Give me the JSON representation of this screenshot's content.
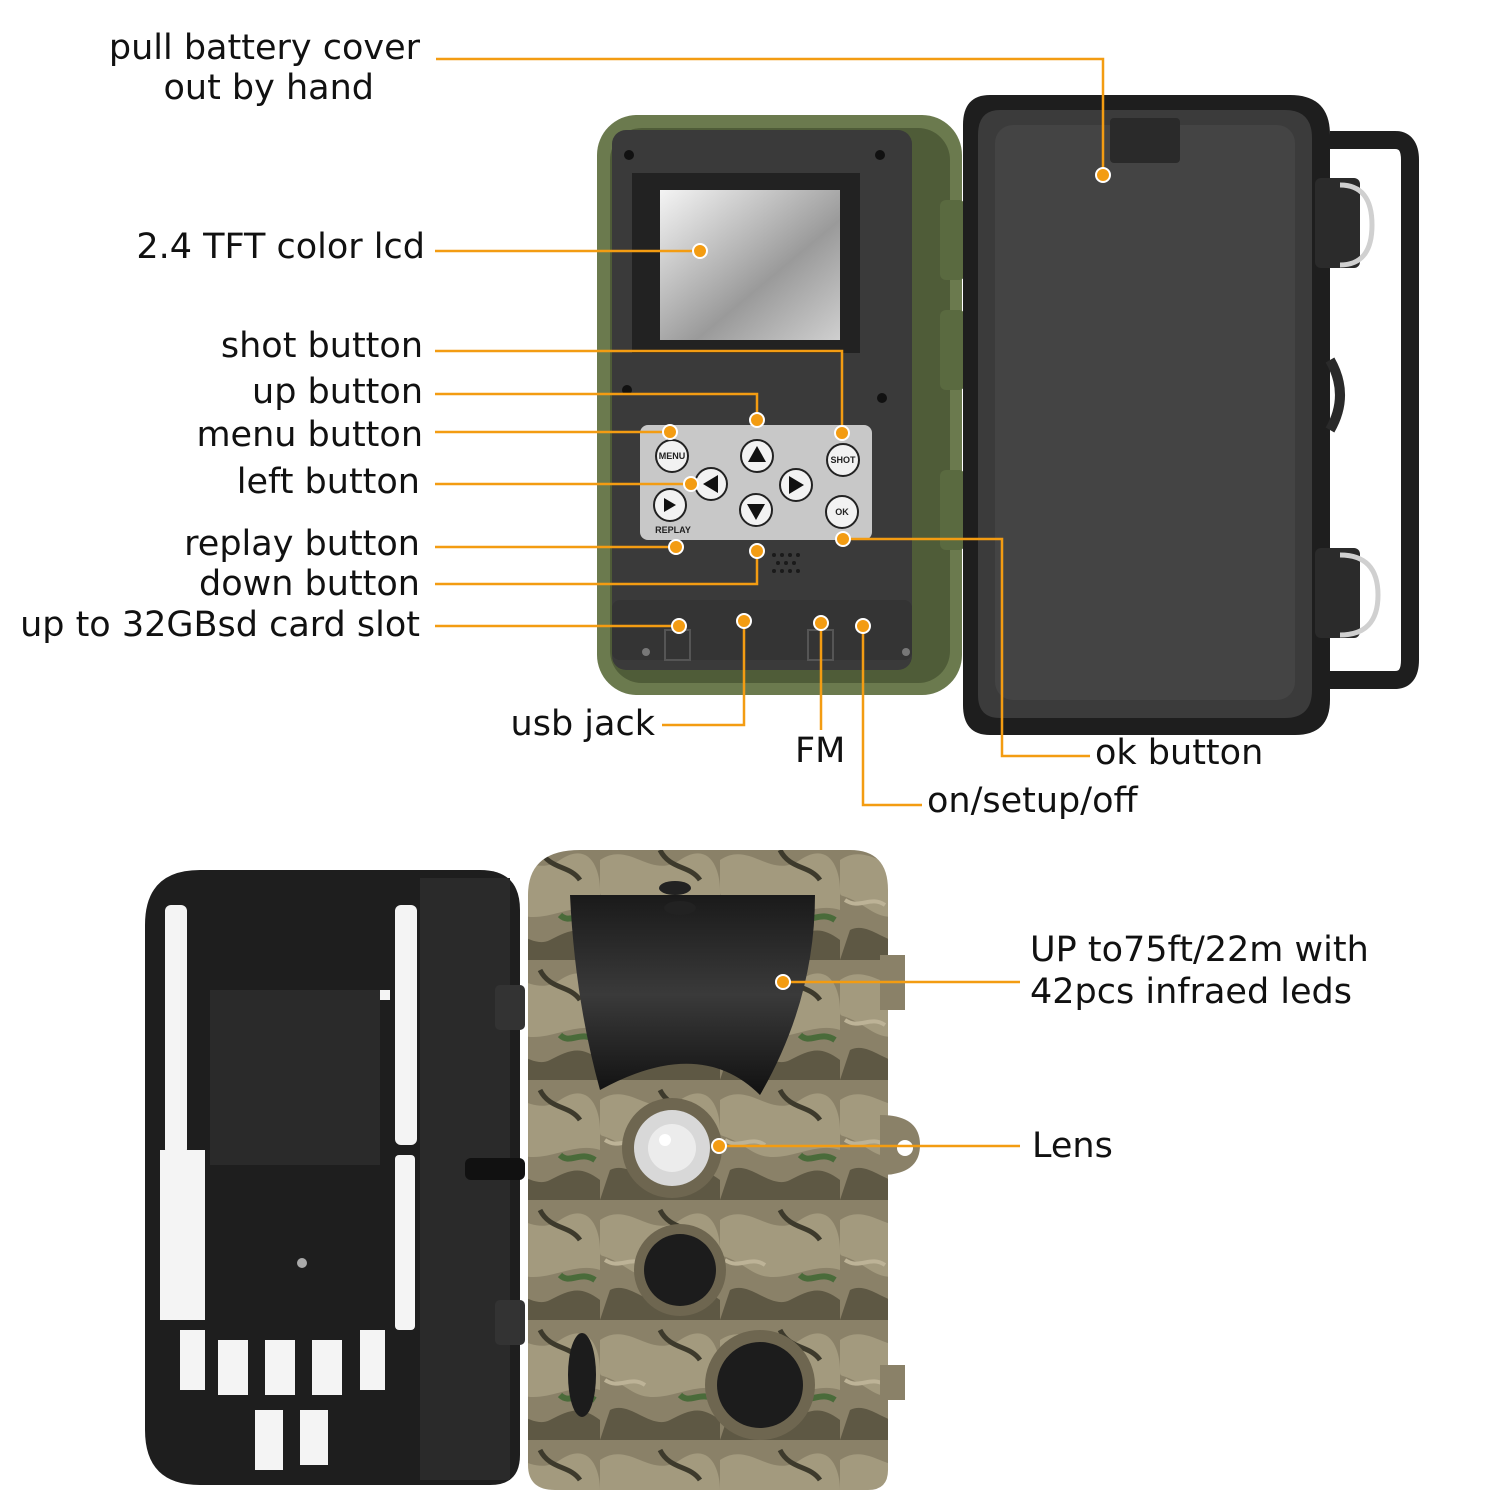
{
  "colors": {
    "leader": "#f39c12",
    "camo_body": "#8a8168",
    "camo_dark": "#3d3a2c",
    "housing": "#1e1e1e",
    "panel": "#3a3a3a",
    "trim": "#6b7a4e",
    "keypad": "#c8c8c8"
  },
  "labels": {
    "battery_cover": [
      "pull battery cover",
      "out by hand"
    ],
    "lcd": "2.4  TFT color lcd",
    "shot": "shot button",
    "up": "up button",
    "menu": "menu button",
    "left": "left button",
    "replay": "replay button",
    "down": "down button",
    "sd": "up to 32GBsd card slot",
    "usb": "usb jack",
    "fm": "FM",
    "ok": "ok button",
    "onoff": "on/setup/off",
    "leds": [
      "UP to75ft/22m with",
      "42pcs infraed leds"
    ],
    "lens": "Lens"
  },
  "keypad": {
    "menu": "MENU",
    "shot": "SHOT",
    "ok": "OK",
    "replay": "REPLAY"
  }
}
